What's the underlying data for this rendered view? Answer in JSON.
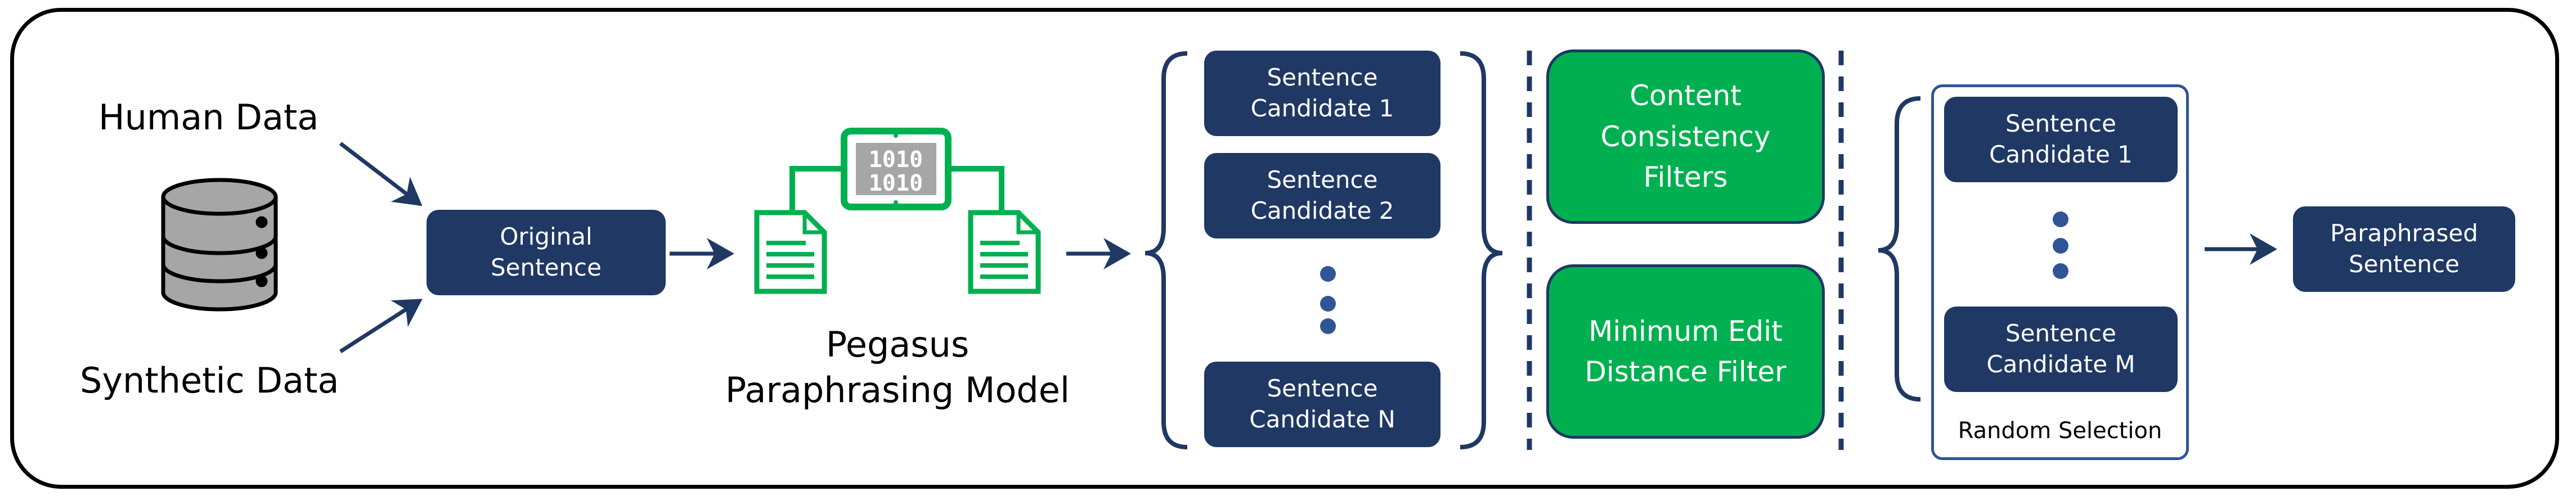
{
  "sources": {
    "human": "Human Data",
    "synthetic": "Synthetic Data"
  },
  "original_sentence": [
    "Original",
    "Sentence"
  ],
  "model": {
    "line1": "Pegasus",
    "line2": "Paraphrasing Model",
    "binary_top": "1010",
    "binary_bottom": "1010"
  },
  "candidates": [
    [
      "Sentence",
      "Candidate 1"
    ],
    [
      "Sentence",
      "Candidate 2"
    ],
    [
      "Sentence",
      "Candidate N"
    ]
  ],
  "filters": {
    "content": [
      "Content",
      "Consistency",
      "Filters"
    ],
    "edit": [
      "Minimum Edit",
      "Distance Filter"
    ]
  },
  "selected": [
    [
      "Sentence",
      "Candidate 1"
    ],
    [
      "Sentence",
      "Candidate M"
    ]
  ],
  "random_selection": "Random Selection",
  "output": [
    "Paraphrased",
    "Sentence"
  ],
  "colors": {
    "navy": "#1f3864",
    "green": "#00b050",
    "outline": "#2f5597"
  }
}
